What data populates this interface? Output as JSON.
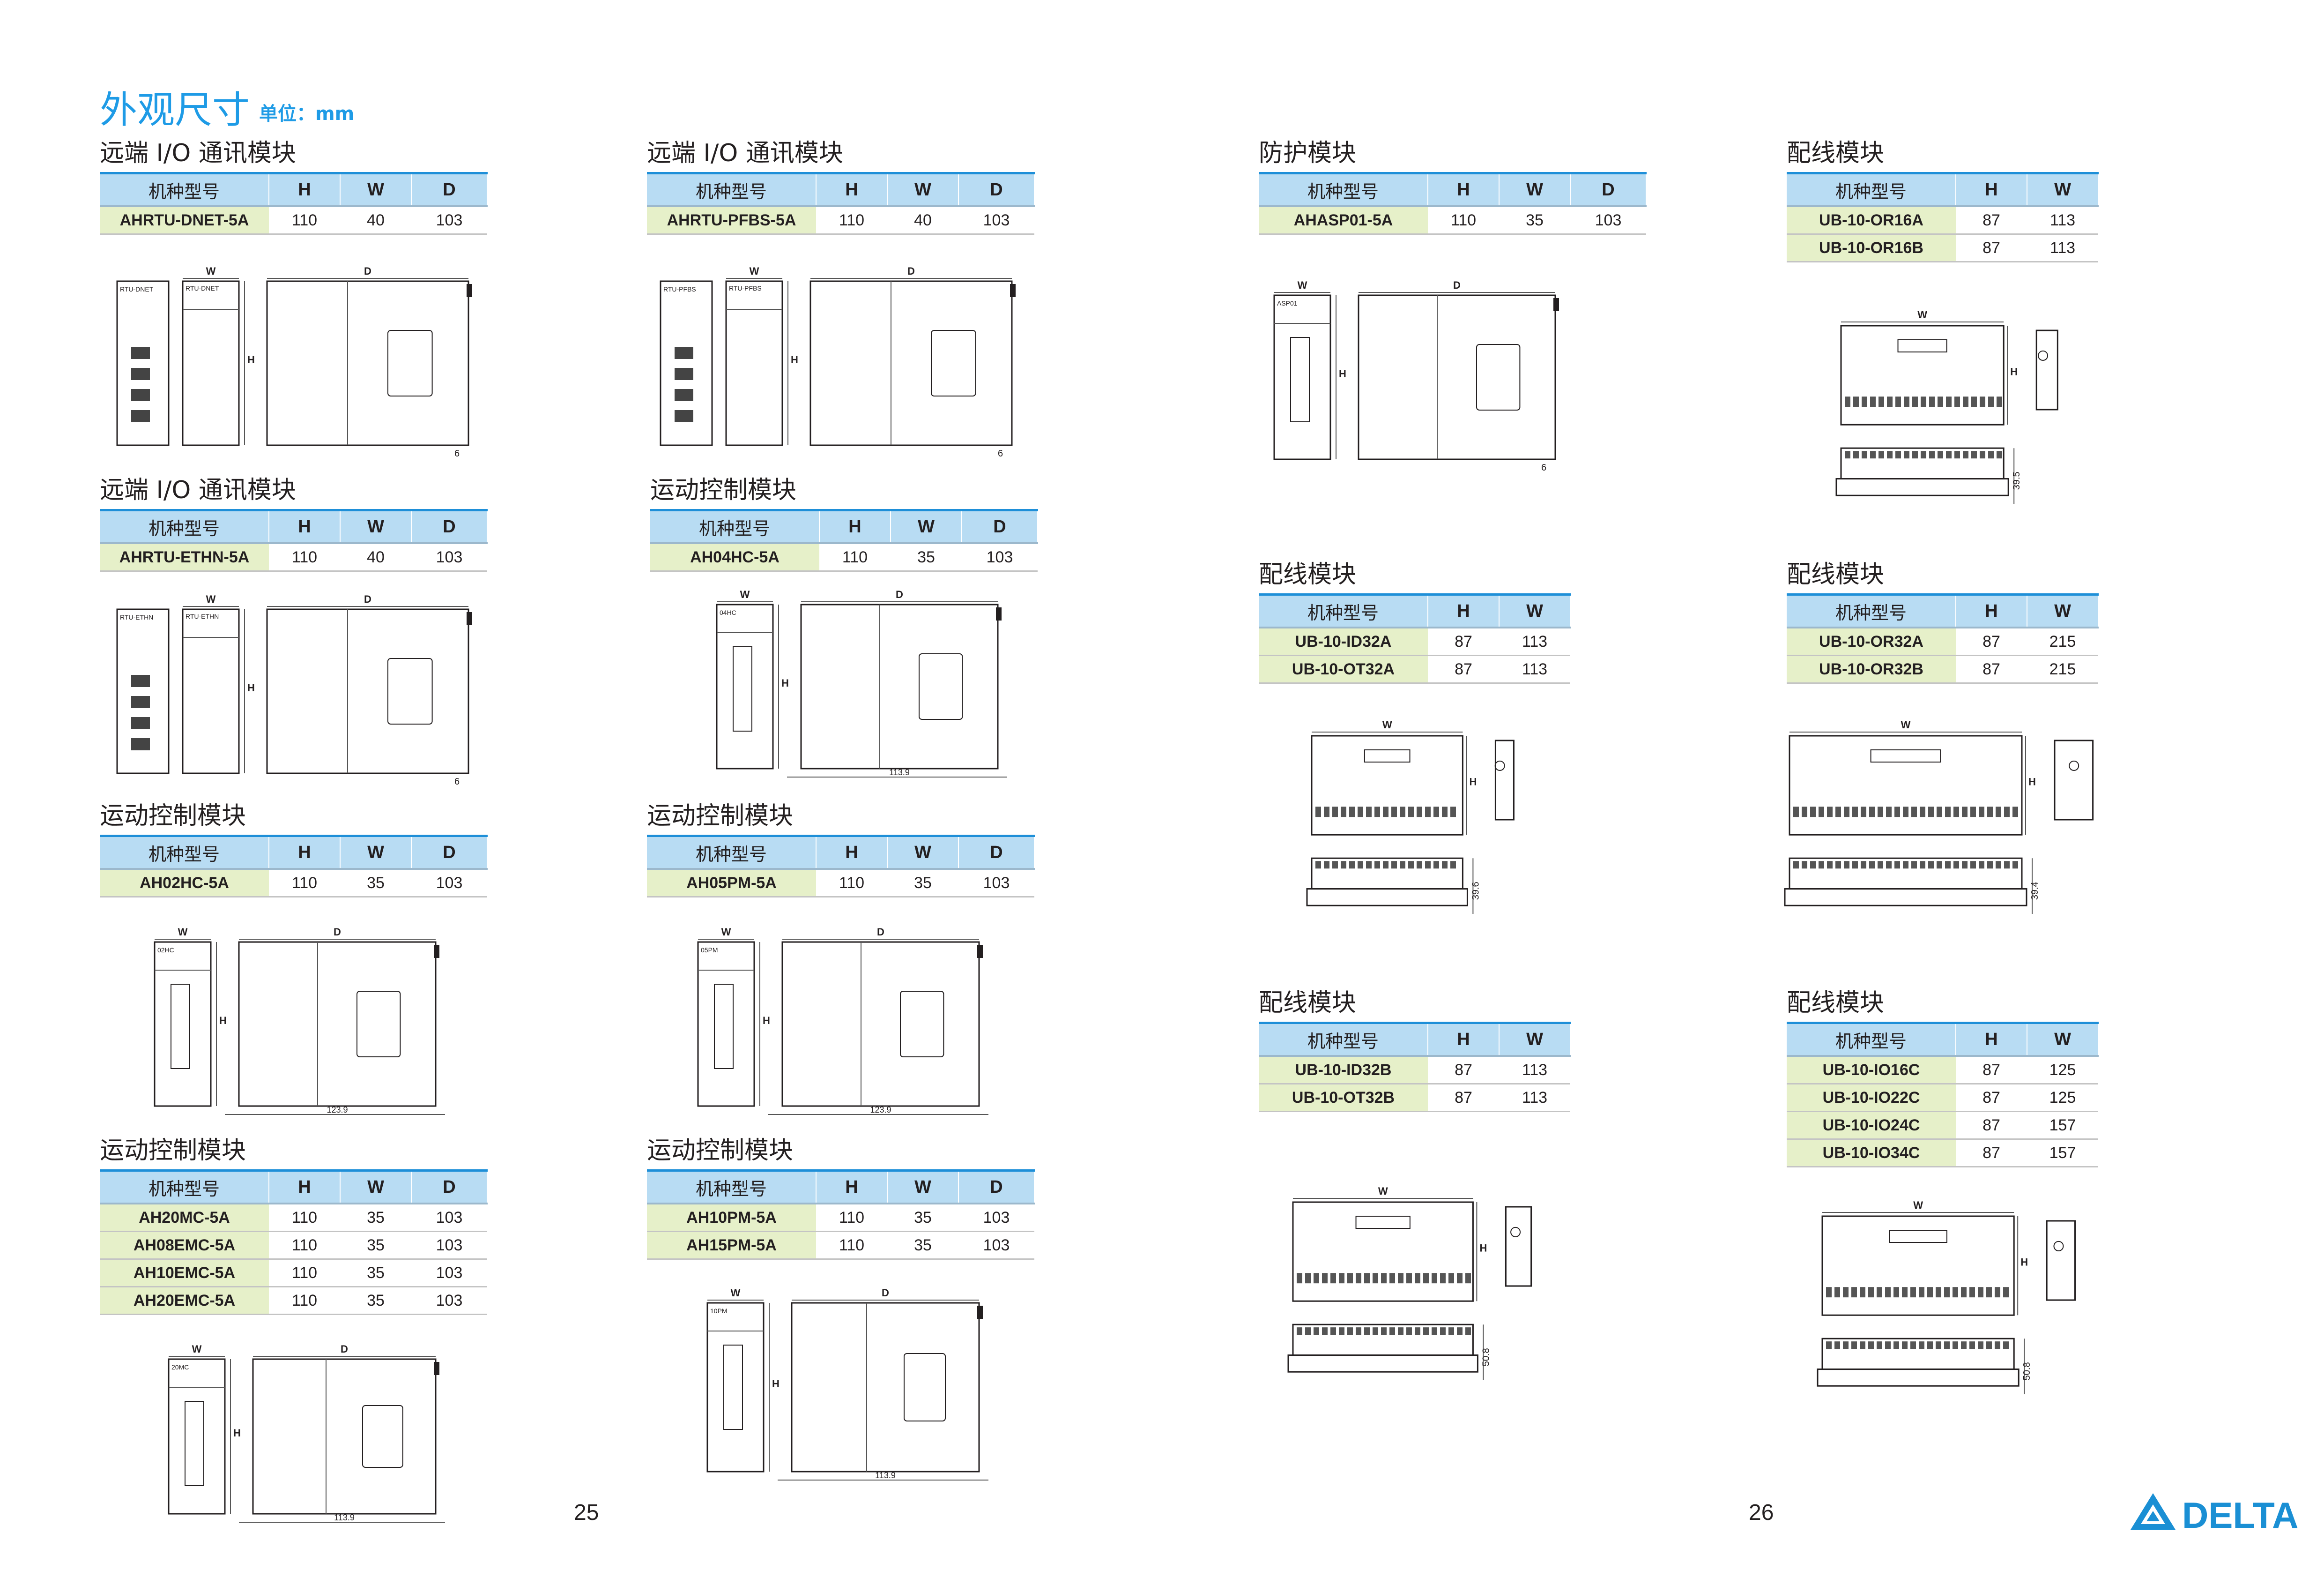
{
  "header": {
    "title": "外观尺寸",
    "unit": "单位：mm"
  },
  "cols": {
    "model": "机种型号",
    "h": "H",
    "w": "W",
    "d": "D"
  },
  "sections": [
    {
      "id": "s1",
      "title": "远端 I/O 通讯模块",
      "rows": [
        [
          "AHRTU-DNET-5A",
          "110",
          "40",
          "103"
        ]
      ]
    },
    {
      "id": "s2",
      "title": "远端 I/O 通讯模块",
      "rows": [
        [
          "AHRTU-PFBS-5A",
          "110",
          "40",
          "103"
        ]
      ]
    },
    {
      "id": "s3",
      "title": "远端 I/O 通讯模块",
      "rows": [
        [
          "AHRTU-ETHN-5A",
          "110",
          "40",
          "103"
        ]
      ]
    },
    {
      "id": "s4",
      "title": "运动控制模块",
      "rows": [
        [
          "AH04HC-5A",
          "110",
          "35",
          "103"
        ]
      ]
    },
    {
      "id": "s5",
      "title": "运动控制模块",
      "rows": [
        [
          "AH02HC-5A",
          "110",
          "35",
          "103"
        ]
      ]
    },
    {
      "id": "s6",
      "title": "运动控制模块",
      "rows": [
        [
          "AH05PM-5A",
          "110",
          "35",
          "103"
        ]
      ]
    },
    {
      "id": "s7",
      "title": "运动控制模块",
      "rows": [
        [
          "AH20MC-5A",
          "110",
          "35",
          "103"
        ],
        [
          "AH08EMC-5A",
          "110",
          "35",
          "103"
        ],
        [
          "AH10EMC-5A",
          "110",
          "35",
          "103"
        ],
        [
          "AH20EMC-5A",
          "110",
          "35",
          "103"
        ]
      ]
    },
    {
      "id": "s8",
      "title": "运动控制模块",
      "rows": [
        [
          "AH10PM-5A",
          "110",
          "35",
          "103"
        ],
        [
          "AH15PM-5A",
          "110",
          "35",
          "103"
        ]
      ]
    },
    {
      "id": "s9",
      "title": "防护模块",
      "rows": [
        [
          "AHASP01-5A",
          "110",
          "35",
          "103"
        ]
      ]
    },
    {
      "id": "s10",
      "title": "配线模块",
      "rows": [
        [
          "UB-10-OR16A",
          "87",
          "113"
        ],
        [
          "UB-10-OR16B",
          "87",
          "113"
        ]
      ]
    },
    {
      "id": "s11",
      "title": "配线模块",
      "rows": [
        [
          "UB-10-ID32A",
          "87",
          "113"
        ],
        [
          "UB-10-OT32A",
          "87",
          "113"
        ]
      ]
    },
    {
      "id": "s12",
      "title": "配线模块",
      "rows": [
        [
          "UB-10-OR32A",
          "87",
          "215"
        ],
        [
          "UB-10-OR32B",
          "87",
          "215"
        ]
      ]
    },
    {
      "id": "s13",
      "title": "配线模块",
      "rows": [
        [
          "UB-10-ID32B",
          "87",
          "113"
        ],
        [
          "UB-10-OT32B",
          "87",
          "113"
        ]
      ]
    },
    {
      "id": "s14",
      "title": "配线模块",
      "rows": [
        [
          "UB-10-IO16C",
          "87",
          "125"
        ],
        [
          "UB-10-IO22C",
          "87",
          "125"
        ],
        [
          "UB-10-IO24C",
          "87",
          "157"
        ],
        [
          "UB-10-IO34C",
          "87",
          "157"
        ]
      ]
    }
  ],
  "drawings": {
    "d1": {
      "front": "RTU-DNET",
      "side": "RTU-DNET",
      "gap": "6"
    },
    "d2": {
      "front": "RTU-PFBS",
      "side": "RTU-PFBS",
      "gap": "6"
    },
    "d3": {
      "front": "RTU-ETHN",
      "side": "RTU-ETHN",
      "gap": "6"
    },
    "d4": {
      "front": "04HC",
      "depth": "113.9"
    },
    "d5": {
      "front": "02HC",
      "depth": "123.9"
    },
    "d6": {
      "front": "05PM",
      "depth": "123.9"
    },
    "d7": {
      "front": "20MC",
      "depth": "113.9"
    },
    "d8": {
      "front": "10PM",
      "depth": "113.9"
    },
    "d9": {
      "front": "ASP01",
      "gap": "6"
    },
    "d10": {
      "height": "39.5"
    },
    "d11": {
      "height": "39.6"
    },
    "d12": {
      "height": "39.4"
    },
    "d13": {
      "height": "50.8"
    },
    "d14": {
      "height": "50.8"
    }
  },
  "pages": {
    "left": "25",
    "right": "26"
  },
  "brand": {
    "name": "DELTA",
    "color": "#1a8fd4"
  }
}
